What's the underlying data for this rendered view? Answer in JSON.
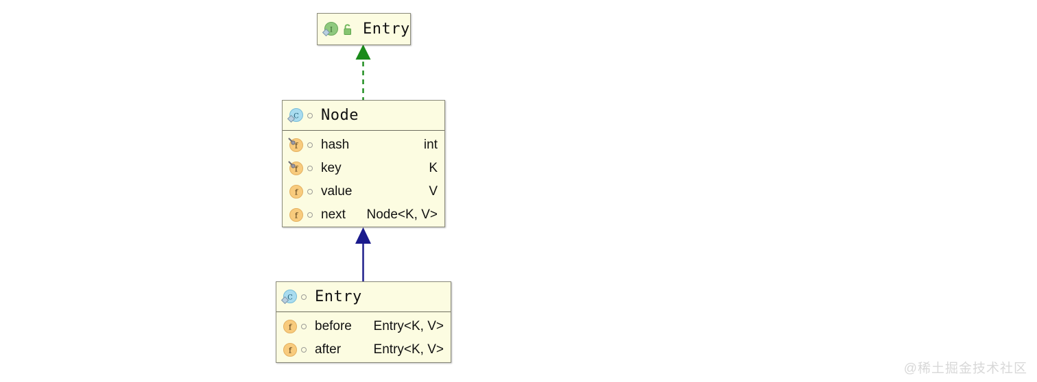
{
  "diagram": {
    "type": "uml-class-diagram",
    "background_color": "#ffffff",
    "box_fill_color": "#fcfce1",
    "box_border_color": "#8a8a7a",
    "classes": [
      {
        "id": "entry-interface",
        "name": "Entry",
        "kind": "interface",
        "kind_icon": "interface-icon",
        "visibility_icon": "public-unlocked-icon",
        "visibility_marker": "",
        "members": []
      },
      {
        "id": "node-class",
        "name": "Node",
        "kind": "class",
        "kind_icon": "class-icon",
        "visibility_icon": "",
        "visibility_marker": "package-private-circle-icon",
        "members": [
          {
            "icon": "field-icon",
            "final": true,
            "visibility_marker": "package-private-circle-icon",
            "name": "hash",
            "type": "int"
          },
          {
            "icon": "field-icon",
            "final": true,
            "visibility_marker": "package-private-circle-icon",
            "name": "key",
            "type": "K"
          },
          {
            "icon": "field-icon",
            "final": false,
            "visibility_marker": "package-private-circle-icon",
            "name": "value",
            "type": "V"
          },
          {
            "icon": "field-icon",
            "final": false,
            "visibility_marker": "package-private-circle-icon",
            "name": "next",
            "type": "Node<K, V>"
          }
        ]
      },
      {
        "id": "entry-class",
        "name": "Entry",
        "kind": "class",
        "kind_icon": "class-icon",
        "visibility_icon": "",
        "visibility_marker": "package-private-circle-icon",
        "members": [
          {
            "icon": "field-icon",
            "final": false,
            "visibility_marker": "package-private-circle-icon",
            "name": "before",
            "type": "Entry<K, V>"
          },
          {
            "icon": "field-icon",
            "final": false,
            "visibility_marker": "package-private-circle-icon",
            "name": "after",
            "type": "Entry<K, V>"
          }
        ]
      }
    ],
    "relations": [
      {
        "id": "node-implements-entry",
        "from": "node-class",
        "to": "entry-interface",
        "kind": "realization",
        "line_style": "dashed",
        "color": "#1a8a1a",
        "arrowhead": "filled-triangle"
      },
      {
        "id": "entry-extends-node",
        "from": "entry-class",
        "to": "node-class",
        "kind": "generalization",
        "line_style": "solid",
        "color": "#1a1a8c",
        "arrowhead": "filled-triangle"
      }
    ]
  },
  "watermark": {
    "text": "@稀土掘金技术社区",
    "color": "#d8d8d8"
  }
}
